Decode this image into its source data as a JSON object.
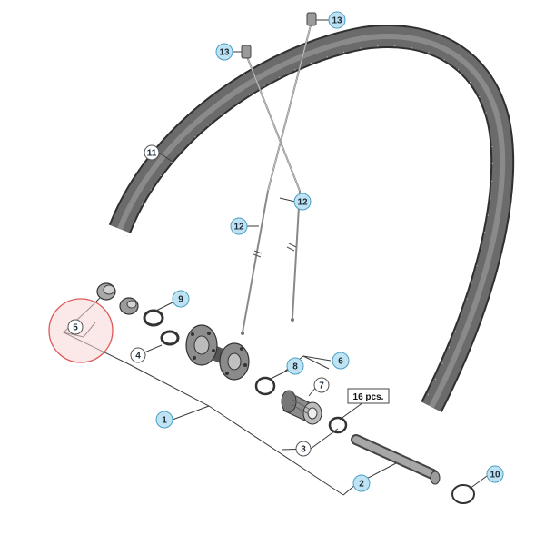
{
  "callouts": {
    "c1": "1",
    "c2": "2",
    "c3": "3",
    "c4": "4",
    "c5": "5",
    "c6": "6",
    "c7": "7",
    "c8": "8",
    "c9": "9",
    "c10": "10",
    "c11": "11",
    "c12a": "12",
    "c12b": "12",
    "c13a": "13",
    "c13b": "13"
  },
  "pcs_label": "16 pcs.",
  "colors": {
    "callout_fill": "#bfe3f2",
    "callout_stroke": "#4a9ec4",
    "highlight_fill": "#f7d7d7",
    "highlight_stroke": "#e05a5a",
    "rim": "#4a4a4a"
  }
}
